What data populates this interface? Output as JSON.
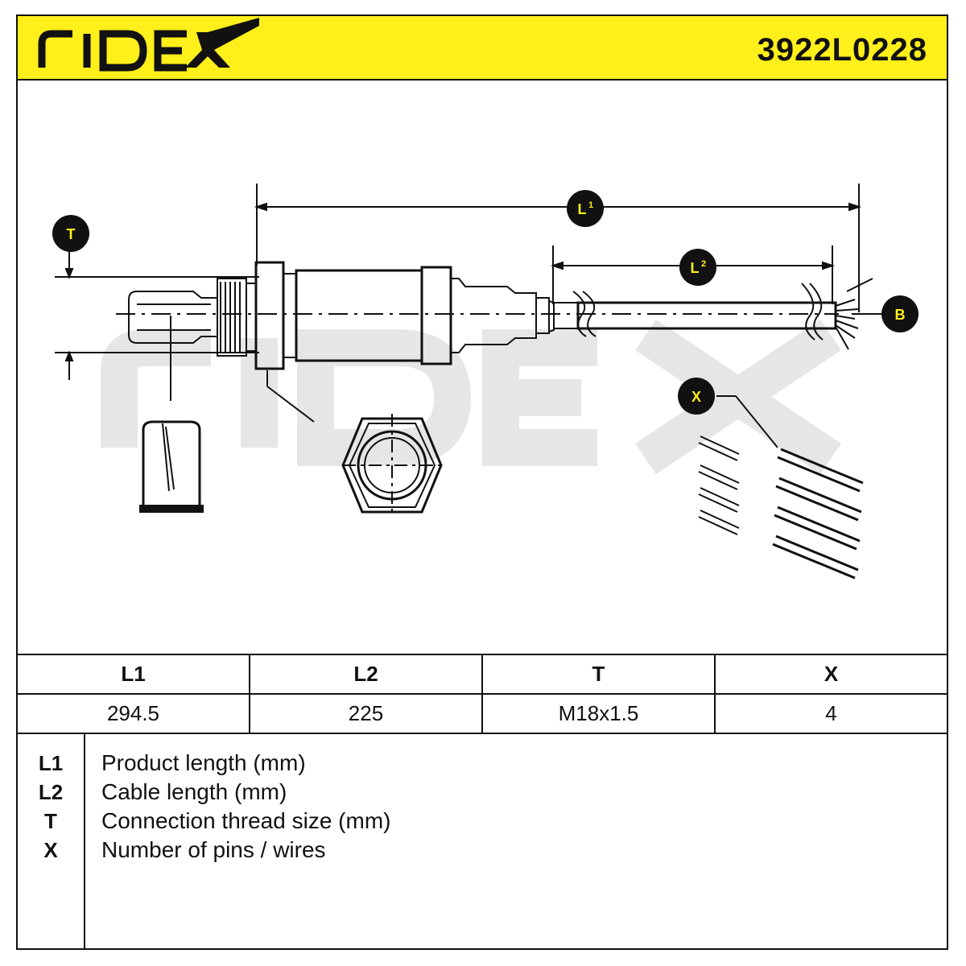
{
  "header": {
    "brand": "RIDEX",
    "part_number": "3922L0228",
    "background_color": "#ffef1a"
  },
  "drawing": {
    "labels": {
      "l1": "L",
      "l1_sup": "1",
      "l2": "L",
      "l2_sup": "2",
      "t": "T",
      "b": "B",
      "x": "X"
    },
    "watermark": "RIDEX"
  },
  "specs": {
    "headers": [
      "L1",
      "L2",
      "T",
      "X"
    ],
    "values": [
      "294.5",
      "225",
      "M18x1.5",
      "4"
    ]
  },
  "legend": [
    {
      "key": "L1",
      "desc": "Product length (mm)"
    },
    {
      "key": "L2",
      "desc": "Cable length (mm)"
    },
    {
      "key": "T",
      "desc": "Connection thread size (mm)"
    },
    {
      "key": "X",
      "desc": "Number of pins / wires"
    }
  ]
}
